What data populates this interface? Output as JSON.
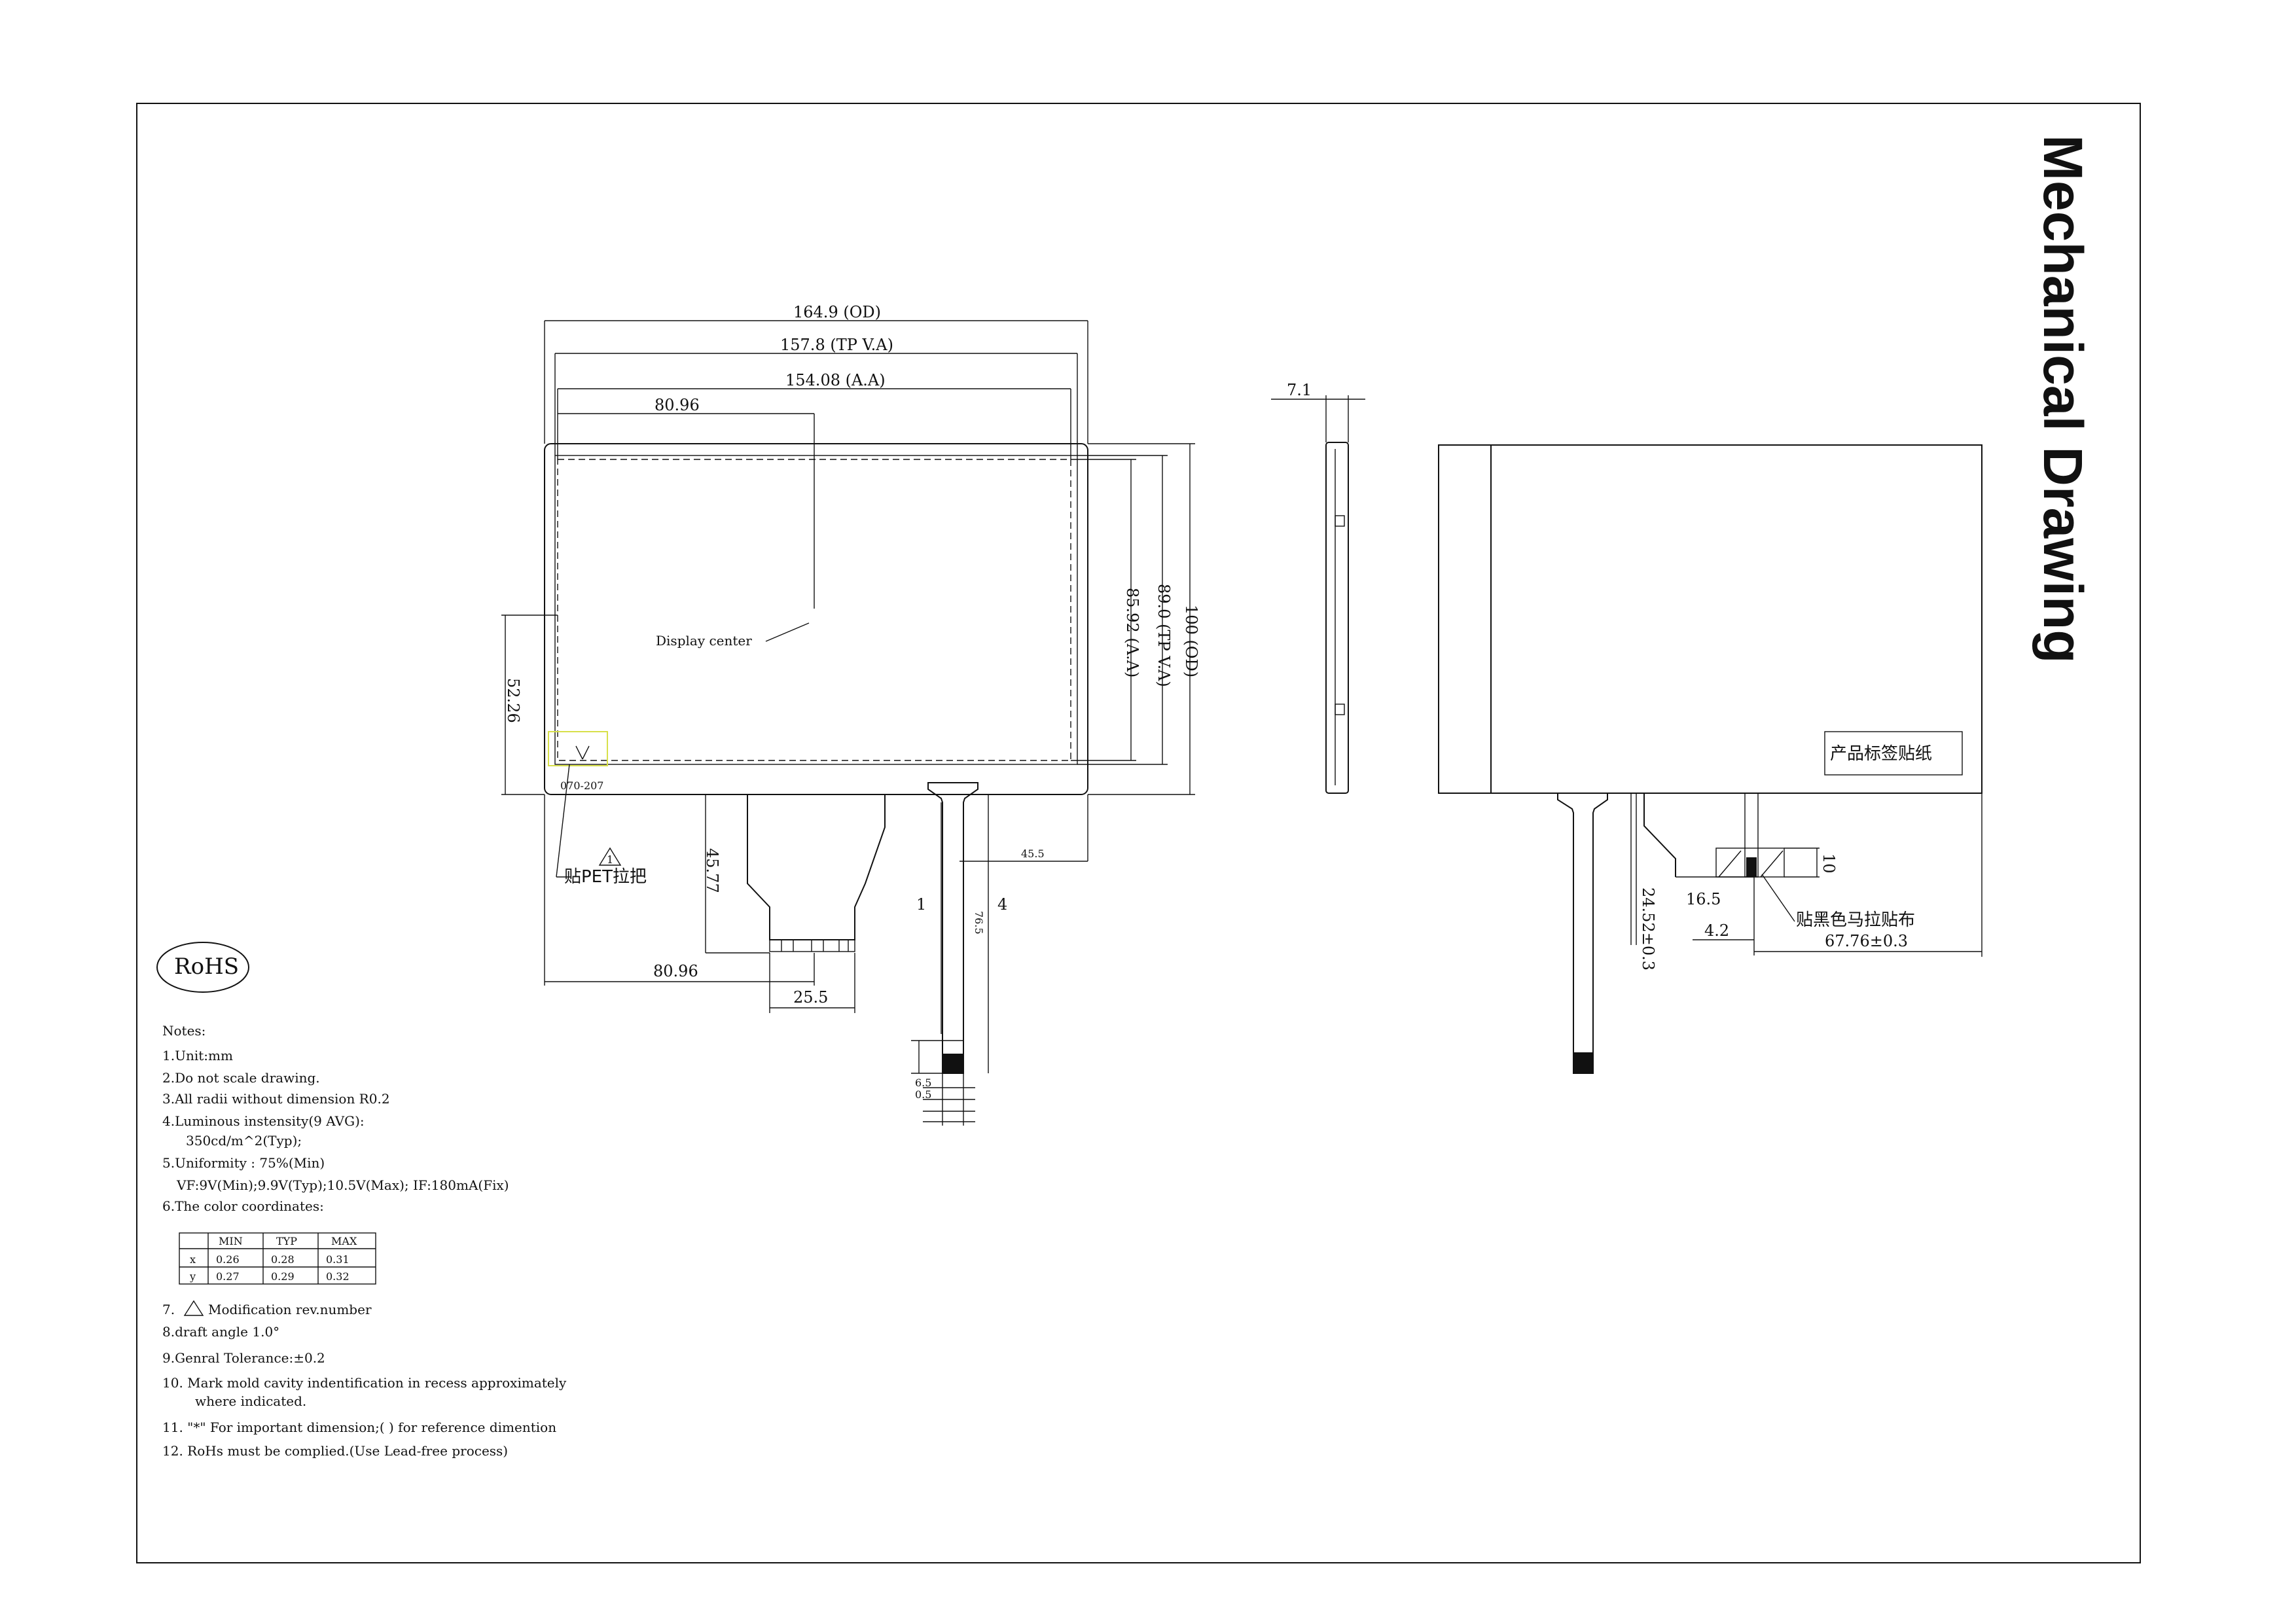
{
  "title": "Mechanical Drawing",
  "rohs_badge": "RoHS",
  "front_view": {
    "dims": {
      "od_width": "164.9 (OD)",
      "tp_va_width": "157.8 (TP V.A)",
      "aa_width": "154.08 (A.A)",
      "center_x": "80.96",
      "aa_height": "85.92 (A.A)",
      "tp_va_height": "89.0 (TP V.A)",
      "od_height": "100 (OD)",
      "center_y": "52.26",
      "fpc_offset": "45.77",
      "bottom_x": "80.96",
      "fpc_width": "25.5",
      "tail_offset": "45.5",
      "tail_length": "76.5",
      "pin_1": "1",
      "pin_4": "4",
      "pitch_a": "6.5",
      "pitch_b": "0.5"
    },
    "display_center_label": "Display center",
    "part_code": "070-207",
    "pet_tab_label": "贴PET拉把",
    "rev_mark": "1"
  },
  "side_view": {
    "thickness": "7.1"
  },
  "back_view": {
    "label_sticker": "产品标签贴纸",
    "dims": {
      "d10": "10",
      "d16_5": "16.5",
      "d24_52": "24.52±0.3",
      "d4_2": "4.2",
      "d67_76": "67.76±0.3"
    },
    "tape_label": "贴黑色马拉贴布"
  },
  "notes": {
    "header": "Notes:",
    "items": [
      "1.Unit:mm",
      "2.Do not scale drawing.",
      "3.All radii without dimension R0.2",
      "4.Luminous instensity(9 AVG):",
      "350cd/m^2(Typ);",
      "5.Uniformity : 75%(Min)",
      "VF:9V(Min);9.9V(Typ);10.5V(Max); IF:180mA(Fix)",
      "6.The color coordinates:"
    ],
    "color_table": {
      "headers": [
        "",
        "MIN",
        "TYP",
        "MAX"
      ],
      "rows": [
        [
          "x",
          "0.26",
          "0.28",
          "0.31"
        ],
        [
          "y",
          "0.27",
          "0.29",
          "0.32"
        ]
      ]
    },
    "items_after": [
      "7.",
      "Modification rev.number",
      "8.draft angle 1.0°",
      "9.Genral Tolerance:±0.2",
      "10. Mark mold cavity indentification in recess  approximately",
      "where indicated.",
      "11. \"*\" For important dimension;( ) for reference dimention",
      "12. RoHs must be complied.(Use Lead-free process)"
    ]
  }
}
